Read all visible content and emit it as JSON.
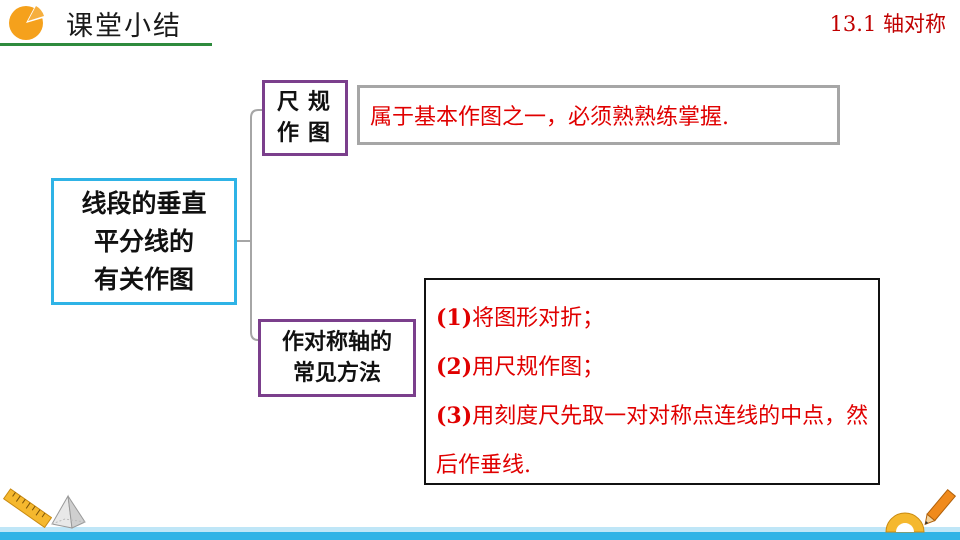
{
  "header": {
    "title": "课堂小结",
    "section": "13.1  轴对称",
    "icon": "pie-chart-icon",
    "icon_color": "#f5a11c",
    "accent_line_color": "#2e8b3d"
  },
  "diagram": {
    "main_topic": {
      "line1": "线段的垂直",
      "line2": "平分线的",
      "line3": "有关作图"
    },
    "branch1": {
      "line1": "尺规",
      "line2": "作图",
      "description": "属于基本作图之一，必须熟熟练掌握."
    },
    "branch2": {
      "line1": "作对称轴的",
      "line2": "常见方法",
      "steps": [
        {
          "num": "(1)",
          "text": "将图形对折；"
        },
        {
          "num": "(2)",
          "text": "用尺规作图；"
        },
        {
          "num": "(3)",
          "text": "用刻度尺先取一对对称点连线的中点，然后作垂线."
        }
      ]
    },
    "colors": {
      "main_border": "#2fb3e6",
      "branch_border": "#7b3f8c",
      "desc1_border": "#a6a6a6",
      "desc2_border": "#111111",
      "text_red": "#e00000",
      "connector": "#a6a6a6"
    }
  },
  "footer": {
    "left_icons": [
      "ruler-icon",
      "pyramid-icon"
    ],
    "right_icons": [
      "protractor-icon",
      "pencil-icon"
    ],
    "bar_color": "#2fb3e6"
  }
}
